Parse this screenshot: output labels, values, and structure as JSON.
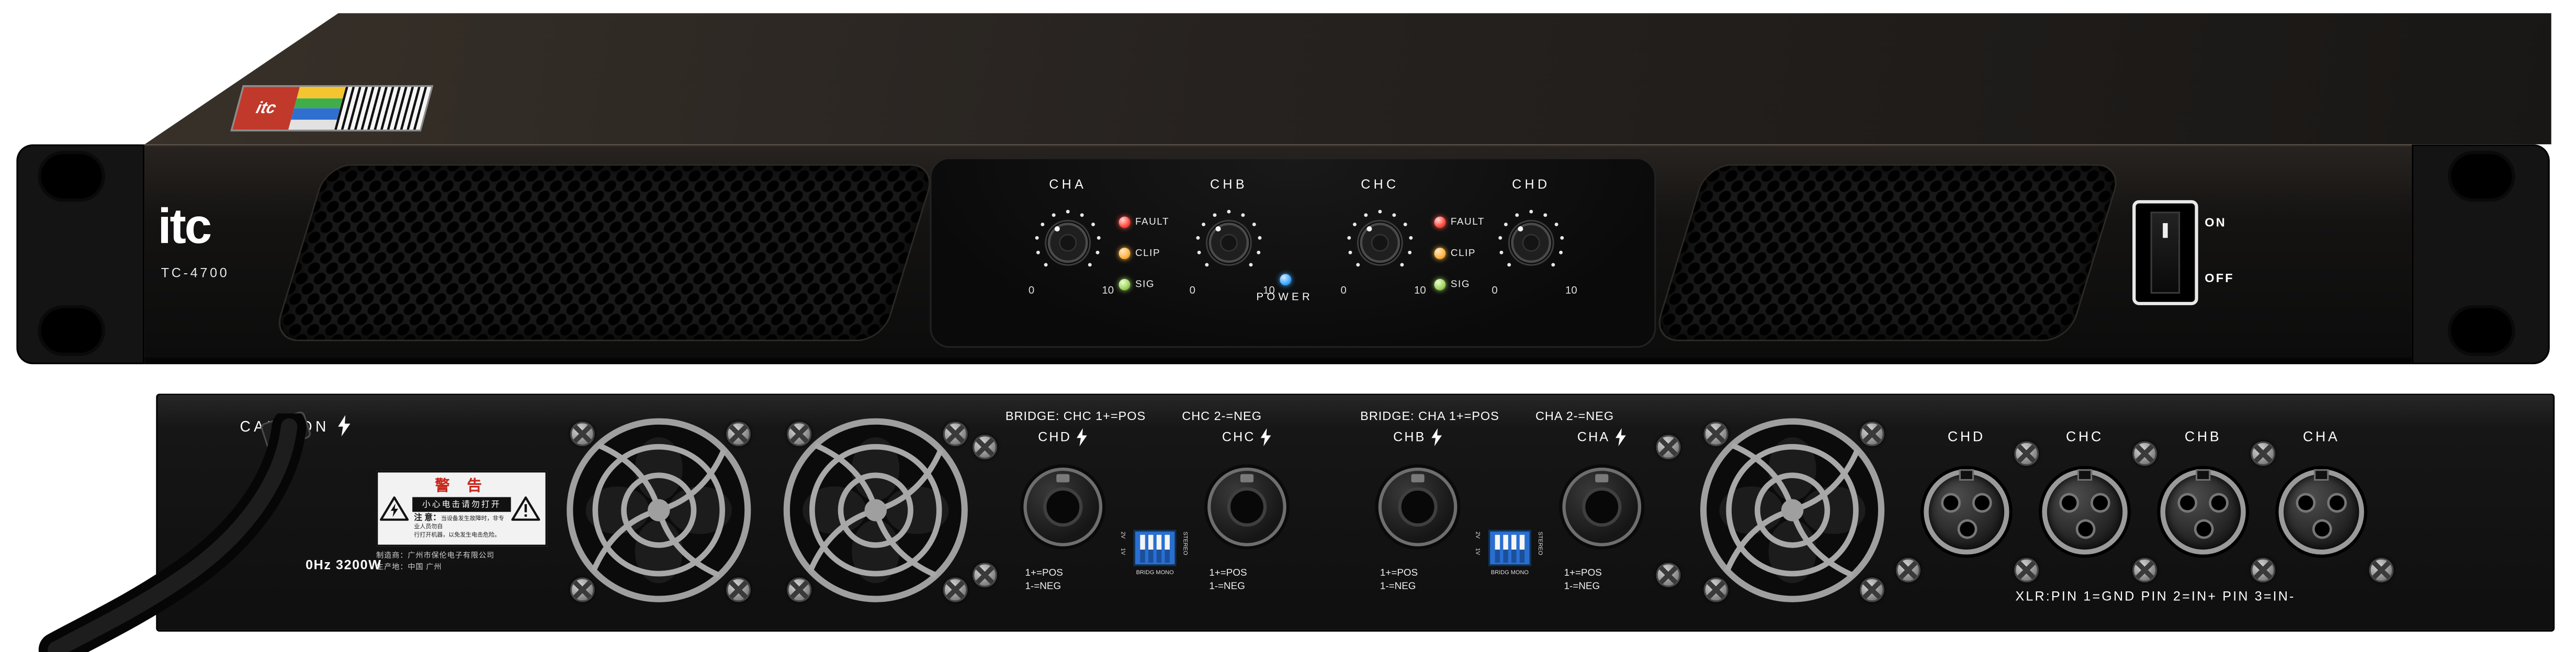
{
  "front": {
    "logo": "itc",
    "model": "TC-4700",
    "top_sticker_text": "itc",
    "channels": [
      {
        "label": "CHA",
        "min": "0",
        "max": "10"
      },
      {
        "label": "CHB",
        "min": "0",
        "max": "10"
      },
      {
        "label": "CHC",
        "min": "0",
        "max": "10"
      },
      {
        "label": "CHD",
        "min": "0",
        "max": "10"
      }
    ],
    "led_labels": {
      "fault": "FAULT",
      "clip": "CLIP",
      "sig": "SIG"
    },
    "power_label": "POWER",
    "switch_on": "ON",
    "switch_off": "OFF"
  },
  "rear": {
    "caution": "CAUTION",
    "warning": {
      "title": "警 告",
      "subtitle": "小心电击请勿打开",
      "note_title": "注 意：",
      "note_line1": "当设备发生故障时，非专业人员勿自",
      "note_line2": "行打开机器，以免发生电击危险。"
    },
    "manufacturer_line1": "制造商：广州市保伦电子有限公司",
    "manufacturer_line2": "生产地：中国 广州",
    "power_rating": "0Hz 3200W",
    "bridge_groups": [
      {
        "part1": "BRIDGE: CHC 1+=POS",
        "part2": "CHC 2-=NEG"
      },
      {
        "part1": "BRIDGE: CHA 1+=POS",
        "part2": "CHA 2-=NEG"
      }
    ],
    "speakon_channels": [
      "CHD",
      "CHC",
      "CHB",
      "CHA"
    ],
    "speakon_pos": "1+=POS",
    "speakon_neg": "1-=NEG",
    "dip_labels": {
      "v2": "2V",
      "v1": "1V",
      "bridg_mono": "BRIDG MONO",
      "stereo": "STEREO"
    },
    "xlr_channels": [
      "CHD",
      "CHC",
      "CHB",
      "CHA"
    ],
    "xlr_note": "XLR:PIN 1=GND PIN 2=IN+ PIN 3=IN-"
  }
}
